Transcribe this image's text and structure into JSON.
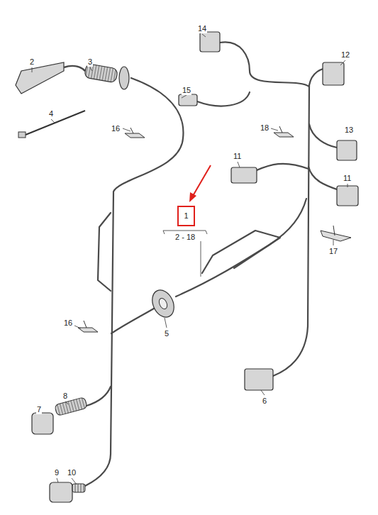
{
  "diagram": {
    "nodes": [
      {
        "text": [
          "1"
        ]
      }
    ],
    "labels": [
      "2",
      "3",
      "4",
      "16",
      "14",
      "15",
      "12",
      "18",
      "13",
      "11",
      "11",
      "2 - 18",
      "17",
      "16",
      "5",
      "6",
      "8",
      "7",
      "9",
      "10"
    ]
  }
}
